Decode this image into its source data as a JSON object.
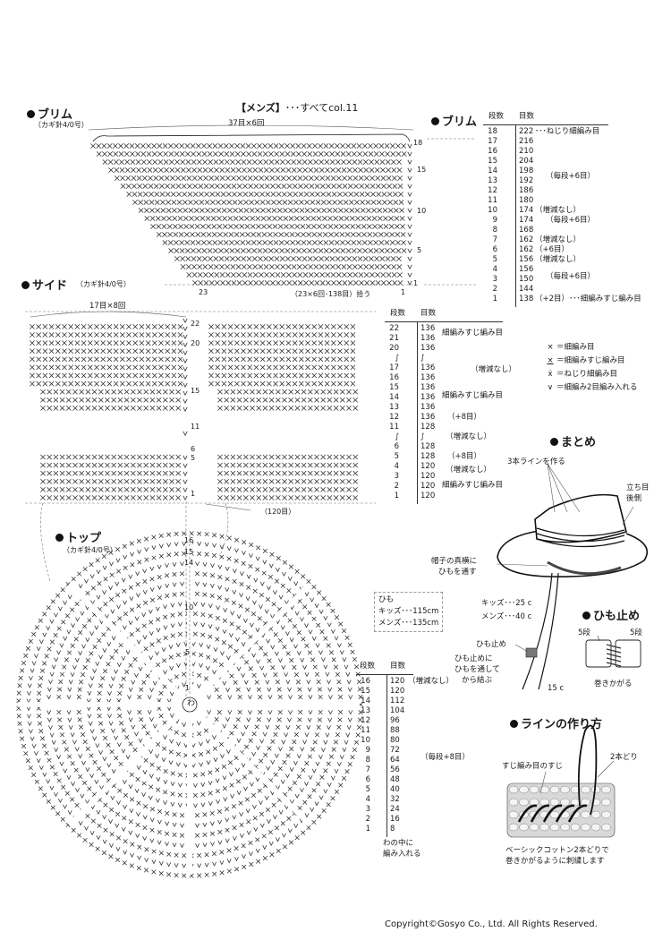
{
  "mens_title": "【メンズ】",
  "mens_suffix": "･･･すべてcol.11",
  "brim": {
    "heading": "ブリム",
    "hook": "（カギ針4/0号）",
    "repeat_label": "37目×6回",
    "row_markers": [
      "18",
      "15",
      "10",
      "5",
      "1"
    ],
    "bottom_left": "23",
    "bottom_right": "1",
    "pickup_note": "（23×6回･138目）拾う"
  },
  "brim_table": {
    "heading": "ブリム",
    "col_rows": "段数",
    "col_stitches": "目数",
    "rows": [
      {
        "n": "18",
        "v": "222",
        "note": "･･･ねじり細編み目"
      },
      {
        "n": "17",
        "v": "216",
        "note": ""
      },
      {
        "n": "16",
        "v": "210",
        "note": ""
      },
      {
        "n": "15",
        "v": "204",
        "note": ""
      },
      {
        "n": "14",
        "v": "198",
        "note": ""
      },
      {
        "n": "13",
        "v": "192",
        "note": ""
      },
      {
        "n": "12",
        "v": "186",
        "note": ""
      },
      {
        "n": "11",
        "v": "180",
        "note": ""
      },
      {
        "n": "10",
        "v": "174",
        "note": "（増減なし）"
      },
      {
        "n": "9",
        "v": "174",
        "note": ""
      },
      {
        "n": "8",
        "v": "168",
        "note": ""
      },
      {
        "n": "7",
        "v": "162",
        "note": "（増減なし）"
      },
      {
        "n": "6",
        "v": "162",
        "note": "（+6目）"
      },
      {
        "n": "5",
        "v": "156",
        "note": "（増減なし）"
      },
      {
        "n": "4",
        "v": "156",
        "note": ""
      },
      {
        "n": "3",
        "v": "150",
        "note": ""
      },
      {
        "n": "2",
        "v": "144",
        "note": ""
      },
      {
        "n": "1",
        "v": "138",
        "note": "（+2目）･･･細編みすじ編み目"
      }
    ],
    "brace_notes": [
      "（毎段+6目）",
      "（毎段+6目）",
      "（毎段+6目）"
    ]
  },
  "side": {
    "heading": "サイド",
    "hook": "（カギ針4/0号）",
    "repeat_label": "17目×8回",
    "row_markers": [
      "22",
      "20",
      "15",
      "11",
      "6",
      "5",
      "1"
    ],
    "bottom_note": "（120目）"
  },
  "side_table": {
    "col_rows": "段数",
    "col_stitches": "目数",
    "rows": [
      {
        "n": "22",
        "v": "136"
      },
      {
        "n": "21",
        "v": "136"
      },
      {
        "n": "20",
        "v": "136"
      },
      {
        "n": "∫",
        "v": "∫"
      },
      {
        "n": "17",
        "v": "136"
      },
      {
        "n": "16",
        "v": "136"
      },
      {
        "n": "15",
        "v": "136"
      },
      {
        "n": "14",
        "v": "136"
      },
      {
        "n": "13",
        "v": "136"
      },
      {
        "n": "12",
        "v": "136",
        "note": "（+8目）"
      },
      {
        "n": "11",
        "v": "128"
      },
      {
        "n": "∫",
        "v": "∫"
      },
      {
        "n": "6",
        "v": "128"
      },
      {
        "n": "5",
        "v": "128",
        "note": "（+8目）"
      },
      {
        "n": "4",
        "v": "120"
      },
      {
        "n": "3",
        "v": "120"
      },
      {
        "n": "2",
        "v": "120"
      },
      {
        "n": "1",
        "v": "120"
      }
    ],
    "notes": [
      "細編みすじ編み目",
      "（増減なし）",
      "細編みすじ編み目",
      "（増減なし）",
      "（増減なし）",
      "細編みすじ編み目"
    ]
  },
  "legend": [
    {
      "sym": "×",
      "text": "＝細編み目"
    },
    {
      "sym": "×̲",
      "text": "＝細編みすじ編み目"
    },
    {
      "sym": "ẋ",
      "text": "＝ねじり細編み目"
    },
    {
      "sym": "∨",
      "text": "＝細編み2目編み入れる"
    }
  ],
  "top": {
    "heading": "トップ",
    "hook": "（カギ針4/0号）",
    "center_label": "わ",
    "row_markers": [
      "16",
      "15",
      "14",
      "10",
      "5",
      "1"
    ]
  },
  "top_table": {
    "col_rows": "段数",
    "col_stitches": "目数",
    "rows": [
      {
        "n": "16",
        "v": "120",
        "note": "（増減なし）"
      },
      {
        "n": "15",
        "v": "120"
      },
      {
        "n": "14",
        "v": "112"
      },
      {
        "n": "13",
        "v": "104"
      },
      {
        "n": "12",
        "v": "96"
      },
      {
        "n": "11",
        "v": "88"
      },
      {
        "n": "10",
        "v": "80"
      },
      {
        "n": "9",
        "v": "72"
      },
      {
        "n": "8",
        "v": "64"
      },
      {
        "n": "7",
        "v": "56"
      },
      {
        "n": "6",
        "v": "48"
      },
      {
        "n": "5",
        "v": "40"
      },
      {
        "n": "4",
        "v": "32"
      },
      {
        "n": "3",
        "v": "24"
      },
      {
        "n": "2",
        "v": "16"
      },
      {
        "n": "1",
        "v": "8"
      }
    ],
    "brace_note": "（毎段+8目）",
    "bottom_note1": "わの中に",
    "bottom_note2": "編み入れる"
  },
  "himo_box": {
    "title": "ひも",
    "kids": "キッズ･･･115cm",
    "mens": "メンズ･･･135cm"
  },
  "matome": {
    "heading": "まとめ",
    "three_lines": "3本ラインを作る",
    "tate1": "立ち目",
    "tate2": "後側",
    "through1": "帽子の真横に",
    "through2": "ひもを通す",
    "kids_len": "キッズ･･･25 c",
    "mens_len": "メンズ･･･40 c",
    "himodome": "ひも止め",
    "tie1": "ひも止めに",
    "tie2": "ひもを通して",
    "tie3": "から結ぶ",
    "fifteen": "15 c"
  },
  "himodome_sec": {
    "heading": "ひも止め",
    "left": "5段",
    "right": "5段",
    "caption": "巻きかがる"
  },
  "line_sec": {
    "heading": "ラインの作り方",
    "label_left": "すじ編み目のすじ",
    "label_right": "2本どり",
    "caption1": "ベーシックコットン2本どりで",
    "caption2": "巻きかがるように刺繍します"
  },
  "copyright": "Copyright©Gosyo Co., Ltd. All Rights Reserved."
}
